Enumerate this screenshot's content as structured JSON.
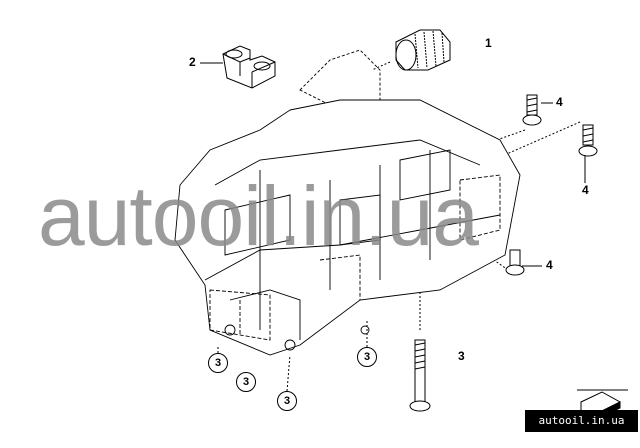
{
  "callouts": {
    "part1": "1",
    "part2": "2",
    "part3": [
      "3",
      "3",
      "3",
      "3",
      "3"
    ],
    "part4": [
      "4",
      "4",
      "4"
    ]
  },
  "watermark": "autooil.in.ua",
  "badge": "autooil.in.ua"
}
